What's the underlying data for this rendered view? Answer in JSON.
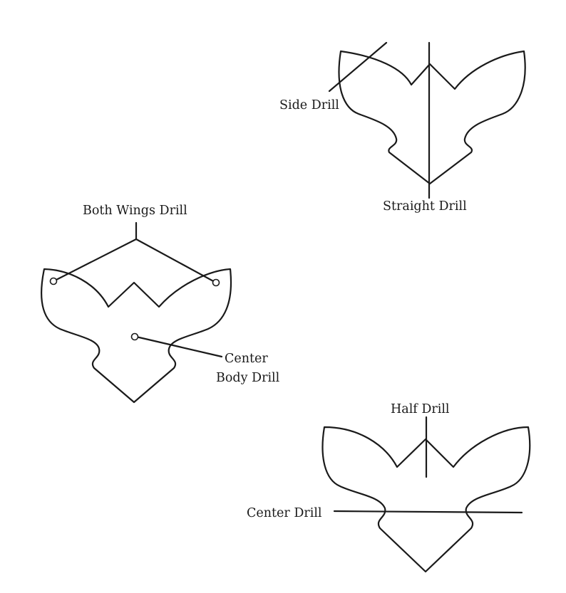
{
  "labels": {
    "side_drill": "Side Drill",
    "straight_drill": "Straight Drill",
    "both_wings_drill": "Both Wings Drill",
    "center_body_drill_line1": "Center",
    "center_body_drill_line2": "Body Drill",
    "half_drill": "Half Drill",
    "center_drill": "Center Drill"
  },
  "colors": {
    "stroke": "#1a1a1a",
    "background": "#ffffff"
  }
}
